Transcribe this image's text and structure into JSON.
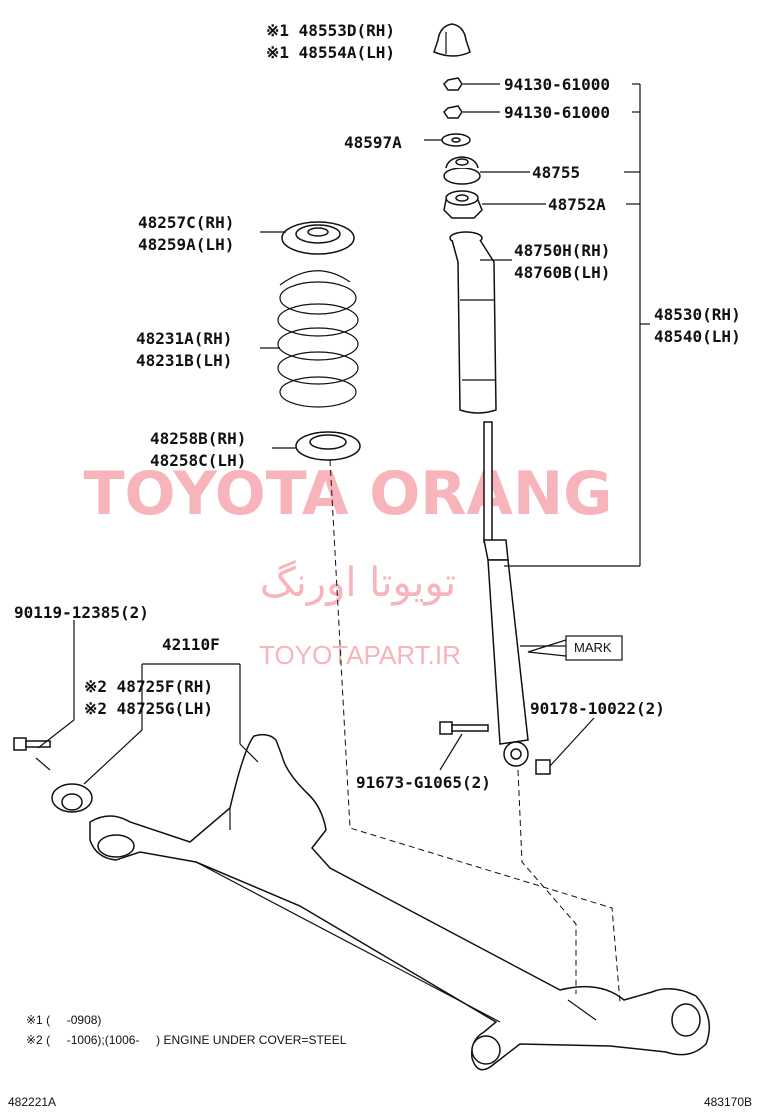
{
  "labels": {
    "bump_stop_rh": "※1 48553D(RH)",
    "bump_stop_lh": "※1 48554A(LH)",
    "nut_1": "94130-61000",
    "nut_2": "94130-61000",
    "washer": "48597A",
    "mount_cushion": "48755",
    "support": "48752A",
    "upper_insulator_rh": "48257C(RH)",
    "upper_insulator_lh": "48259A(LH)",
    "dust_cover_rh": "48750H(RH)",
    "dust_cover_lh": "48760B(LH)",
    "coil_spring_rh": "48231A(RH)",
    "coil_spring_lh": "48231B(LH)",
    "absorber_assy_rh": "48530(RH)",
    "absorber_assy_lh": "48540(LH)",
    "lower_insulator_rh": "48258B(RH)",
    "lower_insulator_lh": "48258C(LH)",
    "bolt_front": "90119-12385(2)",
    "axle_beam": "42110F",
    "bushing_rh": "※2 48725F(RH)",
    "bushing_lh": "※2 48725G(LH)",
    "mark": "MARK",
    "nut_lower": "90178-10022(2)",
    "bolt_lower": "91673-G1065(2)"
  },
  "notes": {
    "note1": "※1 (     -0908)",
    "note2": "※2 (     -1006);(1006-     ) ENGINE UNDER COVER=STEEL"
  },
  "footer": {
    "left_code": "482221A",
    "right_code": "483170B"
  },
  "watermark": {
    "brand": "TOYOTA ORANG",
    "brand_fa": "تویوتا اورنگ",
    "site": "TOYOTAPART.IR"
  }
}
